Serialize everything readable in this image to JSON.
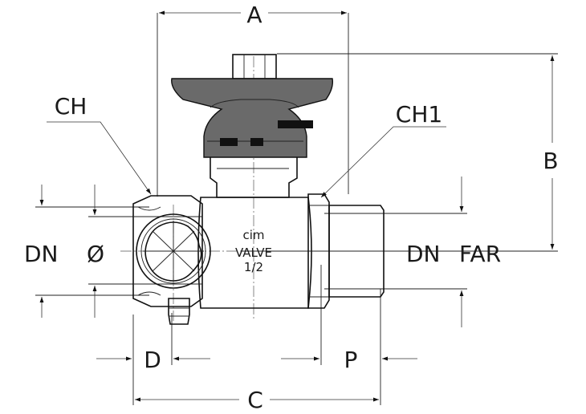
{
  "labels": {
    "A": "A",
    "B": "B",
    "C": "C",
    "D": "D",
    "P": "P",
    "CH": "CH",
    "CH1": "CH1",
    "DN_left": "DN",
    "dia": "Ø",
    "DN_right": "DN",
    "FAR": "FAR"
  },
  "body_marking": {
    "brand": "cim",
    "line1": "VALVE",
    "line2": "1/2"
  },
  "colors": {
    "lever": "#6a6a6a",
    "line": "#111111"
  }
}
